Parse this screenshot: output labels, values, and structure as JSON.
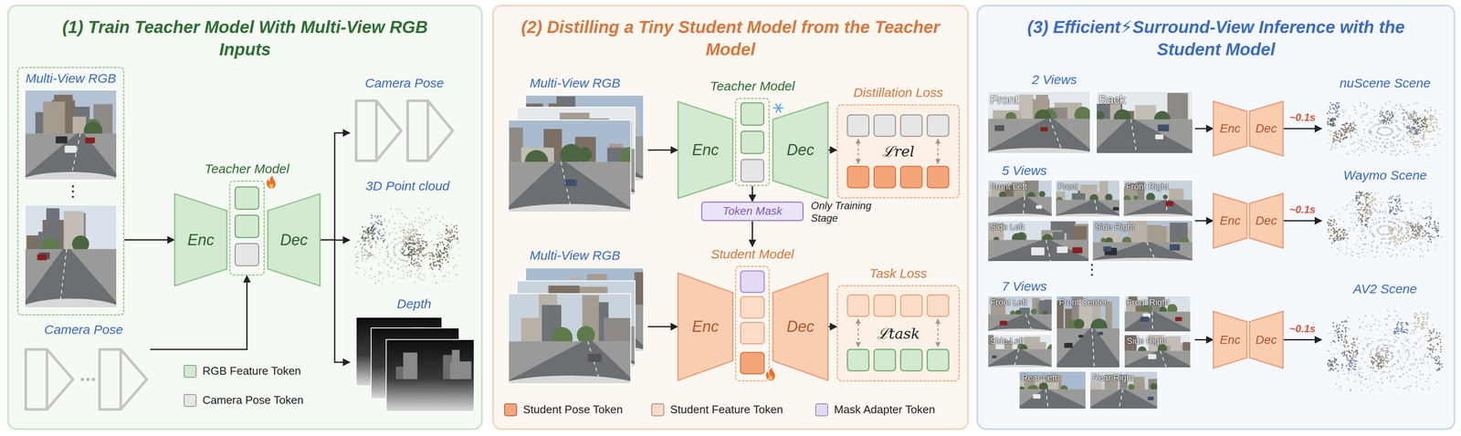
{
  "diagram": {
    "nodes": [
      {
        "text": [
          "(1) Train Teacher Model With Multi-View RGB Inputs"
        ]
      },
      {
        "text": [
          "Multi-View RGB"
        ],
        "in": 0
      },
      {
        "text": [
          "Enc"
        ],
        "in": 0
      },
      {
        "text": [
          "Teacher Model"
        ],
        "in": 0
      },
      {
        "text": [
          "Dec"
        ],
        "in": 0
      },
      {
        "text": [
          "Camera Pose"
        ],
        "in": 0
      },
      {
        "text": [
          "3D Point cloud"
        ],
        "in": 0
      },
      {
        "text": [
          "Depth"
        ],
        "in": 0
      },
      {
        "text": [
          "Camera Pose"
        ],
        "in": 0
      },
      {
        "text": [
          "(2) Distilling a Tiny Student Model from the Teacher Model"
        ]
      },
      {
        "text": [
          "Multi-View RGB"
        ],
        "in": 9
      },
      {
        "text": [
          "Enc"
        ],
        "in": 9
      },
      {
        "text": [
          "Teacher Model"
        ],
        "in": 9
      },
      {
        "text": [
          "Dec"
        ],
        "in": 9
      },
      {
        "text": [
          "Distillation Loss",
          "ℒrel"
        ],
        "in": 9
      },
      {
        "text": [
          "Token Mask"
        ],
        "in": 9
      },
      {
        "text": [
          "Multi-View RGB"
        ],
        "in": 9
      },
      {
        "text": [
          "Enc"
        ],
        "in": 9
      },
      {
        "text": [
          "Student Model"
        ],
        "in": 9
      },
      {
        "text": [
          "Dec"
        ],
        "in": 9
      },
      {
        "text": [
          "Task Loss",
          "ℒtask"
        ],
        "in": 9
      },
      {
        "text": [
          "(3) Efficient⚡Surround-View Inference with the Student Model"
        ]
      },
      {
        "text": [
          "2 Views"
        ],
        "in": 21
      },
      {
        "text": [
          "Front"
        ],
        "in": 22
      },
      {
        "text": [
          "Back"
        ],
        "in": 22
      },
      {
        "text": [
          "Enc"
        ],
        "in": 21
      },
      {
        "text": [
          "Dec"
        ],
        "in": 21
      },
      {
        "text": [
          "nuScene Scene"
        ],
        "in": 21
      },
      {
        "text": [
          "5 Views"
        ],
        "in": 21
      },
      {
        "text": [
          "Front Left"
        ],
        "in": 28
      },
      {
        "text": [
          "Front"
        ],
        "in": 28
      },
      {
        "text": [
          "Front Right"
        ],
        "in": 28
      },
      {
        "text": [
          "Side Left"
        ],
        "in": 28
      },
      {
        "text": [
          "Side Right"
        ],
        "in": 28
      },
      {
        "text": [
          "Enc"
        ],
        "in": 21
      },
      {
        "text": [
          "Dec"
        ],
        "in": 21
      },
      {
        "text": [
          "Waymo Scene"
        ],
        "in": 21
      },
      {
        "text": [
          "7 Views"
        ],
        "in": 21
      },
      {
        "text": [
          "Front Left"
        ],
        "in": 37
      },
      {
        "text": [
          "Front Center"
        ],
        "in": 37
      },
      {
        "text": [
          "Front Right"
        ],
        "in": 37
      },
      {
        "text": [
          "Side Left"
        ],
        "in": 37
      },
      {
        "text": [
          "Side Right"
        ],
        "in": 37
      },
      {
        "text": [
          "Rear Left"
        ],
        "in": 37
      },
      {
        "text": [
          "Rear Right"
        ],
        "in": 37
      },
      {
        "text": [
          "Enc"
        ],
        "in": 21
      },
      {
        "text": [
          "Dec"
        ],
        "in": 21
      },
      {
        "text": [
          "AV2 Scene"
        ],
        "in": 21
      }
    ],
    "edges": [
      {
        "from": 1,
        "to": 2,
        "arrow": "to"
      },
      {
        "from": 4,
        "to": 5,
        "arrow": "to"
      },
      {
        "from": 4,
        "to": 6,
        "arrow": "to"
      },
      {
        "from": 4,
        "to": 7,
        "arrow": "to"
      },
      {
        "from": 8,
        "to": 3,
        "arrow": "to"
      },
      {
        "from": 10,
        "to": 11,
        "arrow": "to"
      },
      {
        "from": 13,
        "to": 14,
        "arrow": "to"
      },
      {
        "from": 12,
        "to": 15,
        "arrow": "to"
      },
      {
        "from": 15,
        "to": 18,
        "arrow": "to"
      },
      {
        "from": 16,
        "to": 17,
        "arrow": "to"
      },
      {
        "from": 19,
        "to": 20,
        "arrow": "to"
      },
      {
        "from": 22,
        "to": 25,
        "arrow": "to"
      },
      {
        "from": 26,
        "to": 27,
        "label": "~0.1s",
        "arrow": "to"
      },
      {
        "from": 28,
        "to": 34,
        "arrow": "to"
      },
      {
        "from": 35,
        "to": 36,
        "label": "~0.1s",
        "arrow": "to"
      },
      {
        "from": 37,
        "to": 45,
        "arrow": "to"
      },
      {
        "from": 46,
        "to": 47,
        "label": "~0.1s",
        "arrow": "to"
      }
    ],
    "labels": [
      "⋮",
      "Only Training Stage",
      "⋮"
    ],
    "legend": [
      {
        "text": "RGB Feature Token",
        "color": "#d3e9d1"
      },
      {
        "text": "Camera Pose Token",
        "color": "#e6e6e6"
      },
      {
        "text": "Student Pose Token",
        "color": "#f4a57a"
      },
      {
        "text": "Student Feature Token",
        "color": "#fbdcc8"
      },
      {
        "text": "Mask Adapter Token",
        "color": "#e4daf5"
      }
    ]
  }
}
